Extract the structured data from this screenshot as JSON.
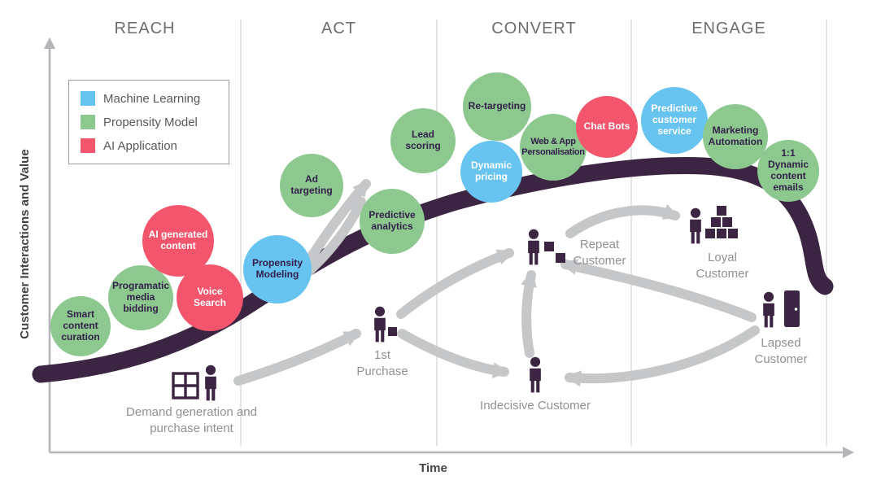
{
  "stages": [
    {
      "label": "REACH"
    },
    {
      "label": "ACT"
    },
    {
      "label": "CONVERT"
    },
    {
      "label": "ENGAGE"
    }
  ],
  "axes": {
    "y_label": "Customer Interactions and Value",
    "x_label": "Time"
  },
  "legend": {
    "items": [
      {
        "label": "Machine Learning",
        "color": "#67c3f0"
      },
      {
        "label": "Propensity Model",
        "color": "#8dc88f"
      },
      {
        "label": "AI Application",
        "color": "#f3566c"
      }
    ]
  },
  "bubbles": [
    {
      "label": "Smart content curation",
      "type": "propensity-model"
    },
    {
      "label": "Programatic media bidding",
      "type": "propensity-model"
    },
    {
      "label": "AI generated content",
      "type": "ai-application"
    },
    {
      "label": "Voice Search",
      "type": "ai-application"
    },
    {
      "label": "Propensity Modeling",
      "type": "machine-learning"
    },
    {
      "label": "Ad targeting",
      "type": "propensity-model"
    },
    {
      "label": "Predictive analytics",
      "type": "propensity-model"
    },
    {
      "label": "Lead scoring",
      "type": "propensity-model"
    },
    {
      "label": "Re-targeting",
      "type": "propensity-model"
    },
    {
      "label": "Dynamic pricing",
      "type": "machine-learning"
    },
    {
      "label": "Web & App Personalisation",
      "type": "propensity-model"
    },
    {
      "label": "Chat Bots",
      "type": "ai-application"
    },
    {
      "label": "Predictive customer service",
      "type": "machine-learning"
    },
    {
      "label": "Marketing Automation",
      "type": "propensity-model"
    },
    {
      "label": "1:1 Dynamic content emails",
      "type": "propensity-model"
    }
  ],
  "personas": [
    {
      "label": "Demand generation and purchase intent"
    },
    {
      "label": "1st Purchase"
    },
    {
      "label": "Repeat Customer"
    },
    {
      "label": "Indecisive Customer"
    },
    {
      "label": "Loyal Customer"
    },
    {
      "label": "Lapsed Customer"
    }
  ],
  "colors": {
    "curve": "#3c2543",
    "arrow": "#c6c7c8",
    "machine_learning": "#67c3f0",
    "propensity_model": "#8dc88f",
    "ai_application": "#f3566c"
  }
}
